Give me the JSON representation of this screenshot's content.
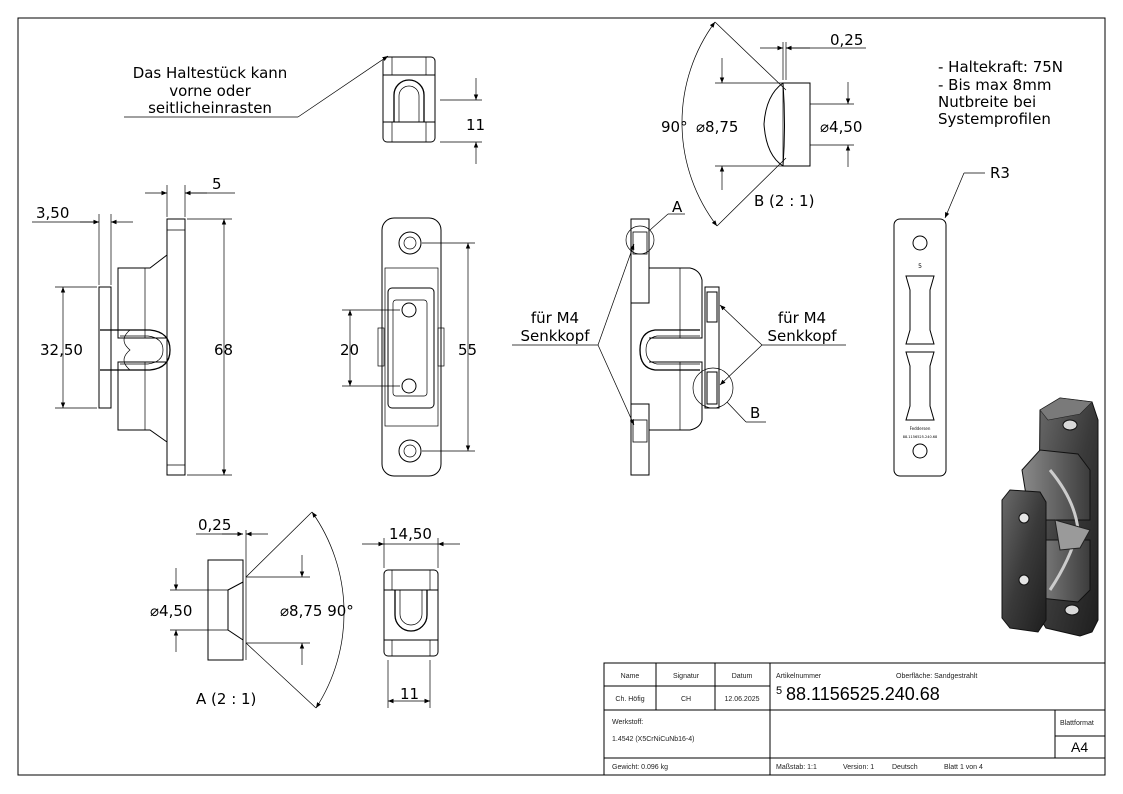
{
  "notes": {
    "haltestueck": [
      "Das Haltestück kann",
      "vorne oder",
      "seitlicheinrasten"
    ],
    "specs": [
      "- Haltekraft: 75N",
      "- Bis max 8mm",
      "Nutbreite bei",
      "Systemprofilen"
    ],
    "m4_left": [
      "für M4",
      "Senkkopf"
    ],
    "m4_right": [
      "für M4",
      "Senkkopf"
    ],
    "tiny_marking": [
      "Feddersen",
      "88.1156525.240.68"
    ]
  },
  "dimensions": {
    "top_view_height": "11",
    "side_width": "5",
    "side_offset": "3,50",
    "side_inner": "32,50",
    "side_length": "68",
    "front_hole_spacing": "20",
    "front_mount_spacing": "55",
    "detail_b_offset": "0,25",
    "detail_b_angle": "90°",
    "detail_b_outer": "⌀8,75",
    "detail_b_inner": "⌀4,50",
    "detail_a_offset": "0,25",
    "detail_a_inner": "⌀4,50",
    "detail_a_outer": "⌀8,75 90°",
    "bottom_width": "14,50",
    "bottom_depth": "11",
    "plate_radius": "R3"
  },
  "labels": {
    "section_a": "A",
    "section_b": "B",
    "detail_b_title": "B (2 : 1)",
    "detail_a_title": "A (2 : 1)"
  },
  "title_block": {
    "hdr_name": "Name",
    "hdr_signatur": "Signatur",
    "hdr_datum": "Datum",
    "val_name": "Ch. Höfig",
    "val_signatur": "CH",
    "val_datum": "12.06.2025",
    "artikel_label": "Artikelnummer",
    "oberflaeche": "Oberfläche:  Sandgestrahlt",
    "artikel_prefix": "5",
    "artikel_nummer": "88.1156525.240.68",
    "werkstoff_label": "Werkstoff:",
    "werkstoff_value": "1.4542 (X5CrNiCuNb16-4)",
    "blattformat_label": "Blattformat",
    "blattformat_value": "A4",
    "gewicht": "Gewicht: 0.096 kg",
    "massstab": "Maßstab: 1:1",
    "version": "Version: 1",
    "sprache": "Deutsch",
    "blatt": "Blatt 1 von 4"
  }
}
